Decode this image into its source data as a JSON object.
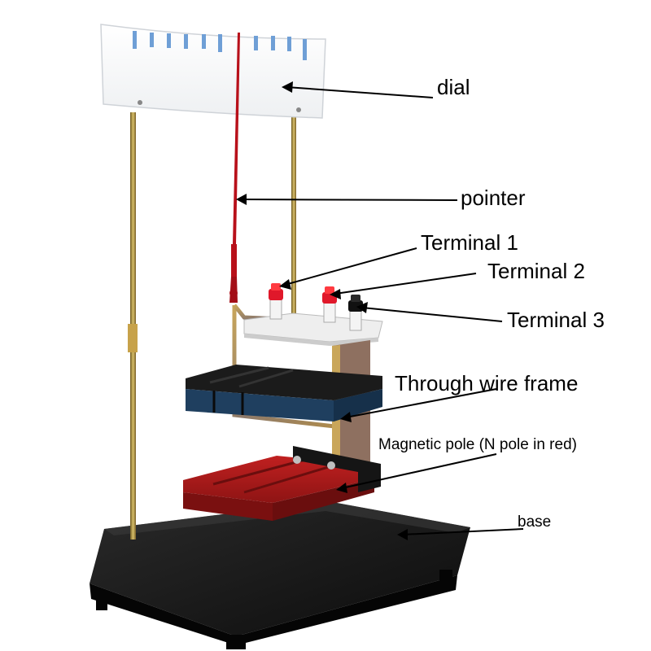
{
  "labels": {
    "dial": "dial",
    "pointer": "pointer",
    "terminal_1": "Terminal 1",
    "terminal_2": "Terminal 2",
    "terminal_3": "Terminal 3",
    "wire_frame": "Through wire frame",
    "magnetic_pole": "Magnetic pole (N pole in red)",
    "base": "base"
  },
  "colors": {
    "magnet_upper": "#1f3f5f",
    "magnet_lower": "#a01818",
    "pointer": "#b8101a",
    "base": "#141414",
    "dial_ticks": "#6f9fd6",
    "rods": "#a88a3a",
    "terminal_red": "#e0182a",
    "terminal_black": "#111111"
  }
}
